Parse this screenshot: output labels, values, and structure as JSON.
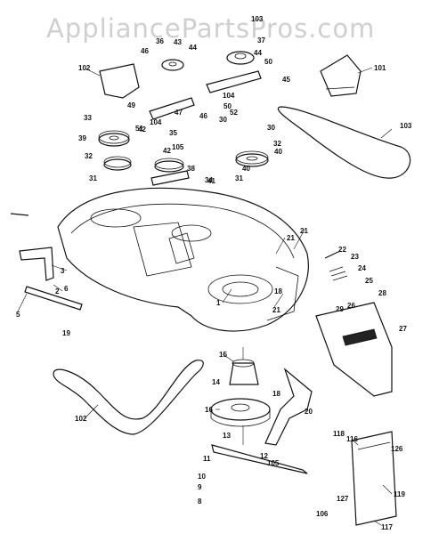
{
  "watermark": "AppliancePartsPros.com",
  "callouts": [
    "1",
    "2",
    "3",
    "5",
    "6",
    "8",
    "9",
    "10",
    "11",
    "12",
    "13",
    "14",
    "15",
    "16",
    "18",
    "18",
    "19",
    "20",
    "21",
    "21",
    "21",
    "22",
    "23",
    "24",
    "25",
    "26",
    "27",
    "28",
    "29",
    "30",
    "30",
    "31",
    "31",
    "32",
    "32",
    "33",
    "34",
    "35",
    "36",
    "37",
    "38",
    "39",
    "40",
    "40",
    "41",
    "42",
    "42",
    "43",
    "44",
    "44",
    "45",
    "46",
    "46",
    "47",
    "49",
    "50",
    "50",
    "51",
    "52",
    "101",
    "102",
    "102",
    "103",
    "103",
    "104",
    "104",
    "105",
    "105",
    "106",
    "116",
    "117",
    "118",
    "119",
    "126",
    "127"
  ]
}
